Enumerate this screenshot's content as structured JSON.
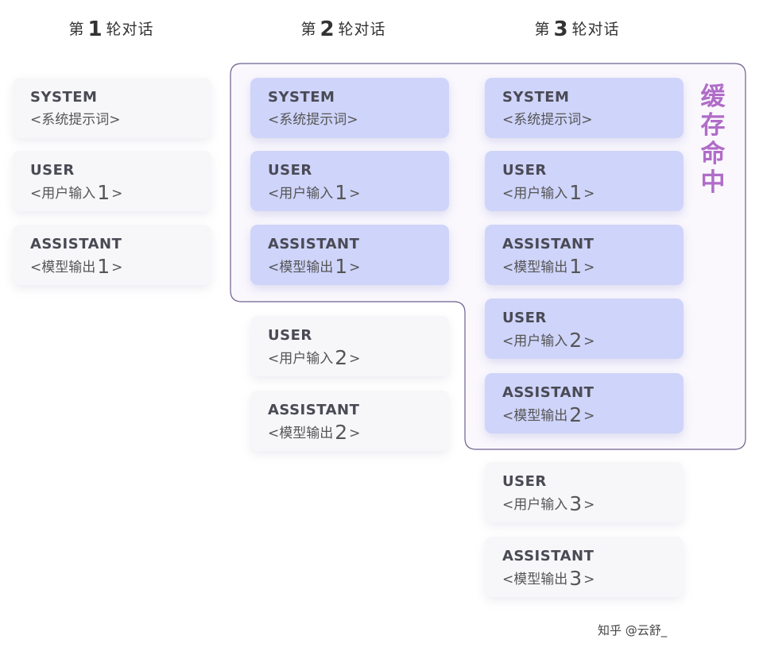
{
  "columns": [
    {
      "prefix": "第",
      "num": "1",
      "suffix": "轮对话"
    },
    {
      "prefix": "第",
      "num": "2",
      "suffix": "轮对话"
    },
    {
      "prefix": "第",
      "num": "3",
      "suffix": "轮对话"
    }
  ],
  "cards": [
    {
      "col": 1,
      "role": "SYSTEM",
      "desc": "<系统提示词>",
      "n": "",
      "close": "",
      "cached": false
    },
    {
      "col": 1,
      "role": "USER",
      "desc": "<用户输入",
      "n": "1",
      "close": ">",
      "cached": false
    },
    {
      "col": 1,
      "role": "ASSISTANT",
      "desc": "<模型输出",
      "n": "1",
      "close": ">",
      "cached": false
    },
    {
      "col": 2,
      "role": "SYSTEM",
      "desc": "<系统提示词>",
      "n": "",
      "close": "",
      "cached": true
    },
    {
      "col": 2,
      "role": "USER",
      "desc": "<用户输入",
      "n": "1",
      "close": ">",
      "cached": true
    },
    {
      "col": 2,
      "role": "ASSISTANT",
      "desc": "<模型输出",
      "n": "1",
      "close": ">",
      "cached": true
    },
    {
      "col": 2,
      "role": "USER",
      "desc": "<用户输入",
      "n": "2",
      "close": ">",
      "cached": false
    },
    {
      "col": 2,
      "role": "ASSISTANT",
      "desc": "<模型输出",
      "n": "2",
      "close": ">",
      "cached": false
    },
    {
      "col": 3,
      "role": "SYSTEM",
      "desc": "<系统提示词>",
      "n": "",
      "close": "",
      "cached": true
    },
    {
      "col": 3,
      "role": "USER",
      "desc": "<用户输入",
      "n": "1",
      "close": ">",
      "cached": true
    },
    {
      "col": 3,
      "role": "ASSISTANT",
      "desc": "<模型输出",
      "n": "1",
      "close": ">",
      "cached": true
    },
    {
      "col": 3,
      "role": "USER",
      "desc": "<用户输入",
      "n": "2",
      "close": ">",
      "cached": true
    },
    {
      "col": 3,
      "role": "ASSISTANT",
      "desc": "<模型输出",
      "n": "2",
      "close": ">",
      "cached": true
    },
    {
      "col": 3,
      "role": "USER",
      "desc": "<用户输入",
      "n": "3",
      "close": ">",
      "cached": false
    },
    {
      "col": 3,
      "role": "ASSISTANT",
      "desc": "<模型输出",
      "n": "3",
      "close": ">",
      "cached": false
    }
  ],
  "cache_hit_label": [
    "缓",
    "存",
    "命",
    "中"
  ],
  "watermark": "知乎 @云舒_",
  "colors": {
    "cached_card": "#cfd4fa",
    "plain_card": "#f7f7fa",
    "cache_outline": "#6e5f8e",
    "cache_fill": "#faf8fd",
    "hit_label": "#b06cc8"
  }
}
